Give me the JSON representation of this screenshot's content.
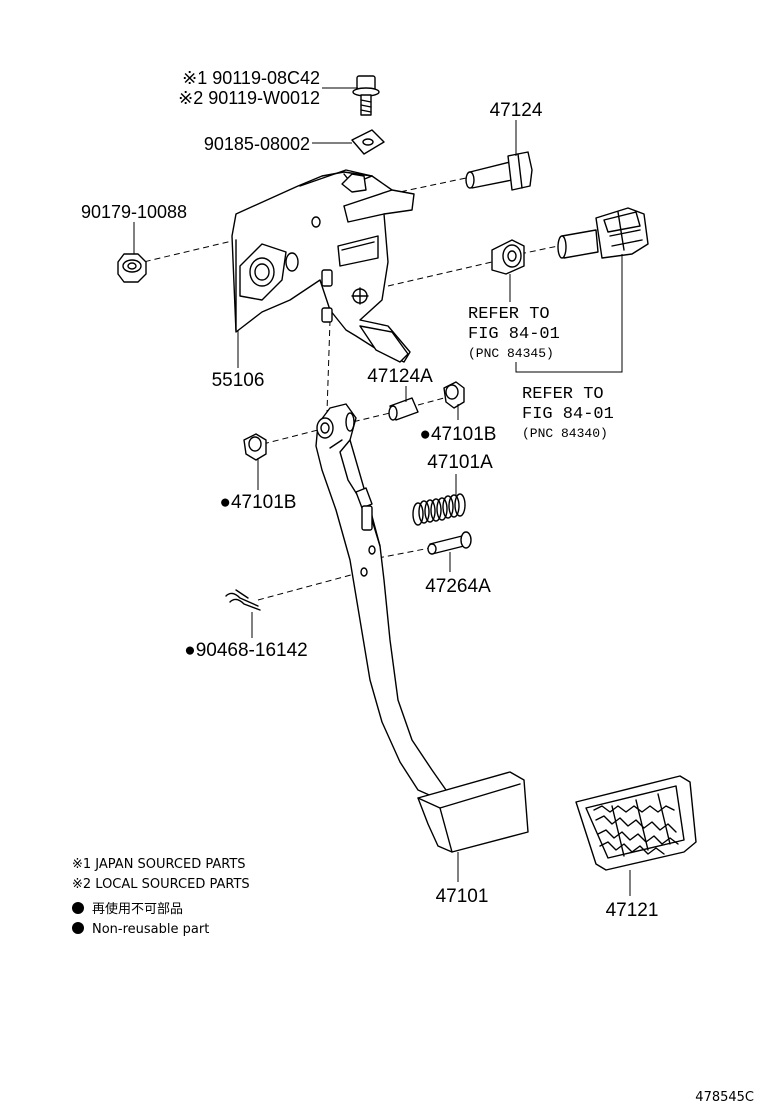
{
  "diagram": {
    "part_labels": {
      "p_90119_08c42": "※1 90119-08C42",
      "p_90119_w0012": "※2 90119-W0012",
      "p_90185_08002": "90185-08002",
      "p_47124": "47124",
      "p_90179_10088": "90179-10088",
      "p_55106": "55106",
      "p_47124a": "47124A",
      "p_47101b_right": "●47101B",
      "p_47101b_left": "●47101B",
      "p_47101a": "47101A",
      "p_47264a": "47264A",
      "p_90468_16142": "●90468-16142",
      "p_47101": "47101",
      "p_47121": "47121"
    },
    "references": [
      {
        "line1": "REFER TO",
        "line2": "FIG 84-01",
        "line3": "(PNC 84345)"
      },
      {
        "line1": "REFER TO",
        "line2": "FIG 84-01",
        "line3": "(PNC 84340)"
      }
    ],
    "legend": {
      "note1": "※1 JAPAN SOURCED PARTS",
      "note2": "※2 LOCAL SOURCED PARTS",
      "note3": "再使用不可部品",
      "note4": "Non-reusable part"
    },
    "figure_number": "478545C"
  }
}
